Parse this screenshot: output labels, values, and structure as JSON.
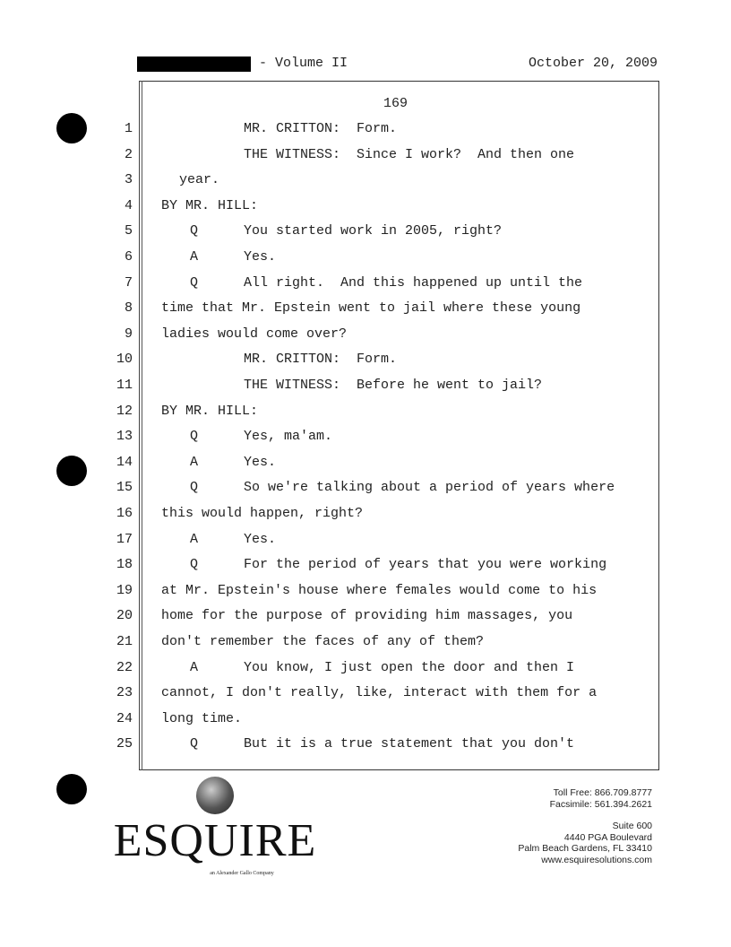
{
  "header": {
    "volume": "- Volume II",
    "date": "October 20, 2009"
  },
  "page_number": "169",
  "lines": [
    {
      "n": "1",
      "speaker": "",
      "text": "MR. CRITTON:  Form.",
      "indent": "speaker"
    },
    {
      "n": "2",
      "speaker": "",
      "text": "THE WITNESS:  Since I work?  And then one",
      "indent": "speaker"
    },
    {
      "n": "3",
      "speaker": "",
      "text": "year.",
      "indent": "cont"
    },
    {
      "n": "4",
      "speaker": "",
      "text": "BY MR. HILL:",
      "indent": "none"
    },
    {
      "n": "5",
      "speaker": "Q",
      "text": "You started work in 2005, right?",
      "indent": "qa"
    },
    {
      "n": "6",
      "speaker": "A",
      "text": "Yes.",
      "indent": "qa"
    },
    {
      "n": "7",
      "speaker": "Q",
      "text": "All right.  And this happened up until the",
      "indent": "qa"
    },
    {
      "n": "8",
      "speaker": "",
      "text": "time that Mr. Epstein went to jail where these young",
      "indent": "none"
    },
    {
      "n": "9",
      "speaker": "",
      "text": "ladies would come over?",
      "indent": "none"
    },
    {
      "n": "10",
      "speaker": "",
      "text": "MR. CRITTON:  Form.",
      "indent": "speaker"
    },
    {
      "n": "11",
      "speaker": "",
      "text": "THE WITNESS:  Before he went to jail?",
      "indent": "speaker"
    },
    {
      "n": "12",
      "speaker": "",
      "text": "BY MR. HILL:",
      "indent": "none"
    },
    {
      "n": "13",
      "speaker": "Q",
      "text": "Yes, ma'am.",
      "indent": "qa"
    },
    {
      "n": "14",
      "speaker": "A",
      "text": "Yes.",
      "indent": "qa"
    },
    {
      "n": "15",
      "speaker": "Q",
      "text": "So we're talking about a period of years where",
      "indent": "qa"
    },
    {
      "n": "16",
      "speaker": "",
      "text": "this would happen, right?",
      "indent": "none"
    },
    {
      "n": "17",
      "speaker": "A",
      "text": "Yes.",
      "indent": "qa"
    },
    {
      "n": "18",
      "speaker": "Q",
      "text": "For the period of years that you were working",
      "indent": "qa"
    },
    {
      "n": "19",
      "speaker": "",
      "text": "at Mr. Epstein's house where females would come to his",
      "indent": "none"
    },
    {
      "n": "20",
      "speaker": "",
      "text": "home for the purpose of providing him massages, you",
      "indent": "none"
    },
    {
      "n": "21",
      "speaker": "",
      "text": "don't remember the faces of any of them?",
      "indent": "none"
    },
    {
      "n": "22",
      "speaker": "A",
      "text": "You know, I just open the door and then I",
      "indent": "qa"
    },
    {
      "n": "23",
      "speaker": "",
      "text": "cannot, I don't really, like, interact with them for a",
      "indent": "none"
    },
    {
      "n": "24",
      "speaker": "",
      "text": "long time.",
      "indent": "none"
    },
    {
      "n": "25",
      "speaker": "Q",
      "text": "But it is a true statement that you don't",
      "indent": "qa"
    }
  ],
  "footer": {
    "logo_text": "ESQUIRE",
    "logo_sub": "an Alexander Gallo Company",
    "toll_free": "Toll Free: 866.709.8777",
    "fax": "Facsimile: 561.394.2621",
    "suite": "Suite 600",
    "street": "4440 PGA Boulevard",
    "city": "Palm Beach Gardens, FL 33410",
    "web": "www.esquiresolutions.com"
  }
}
